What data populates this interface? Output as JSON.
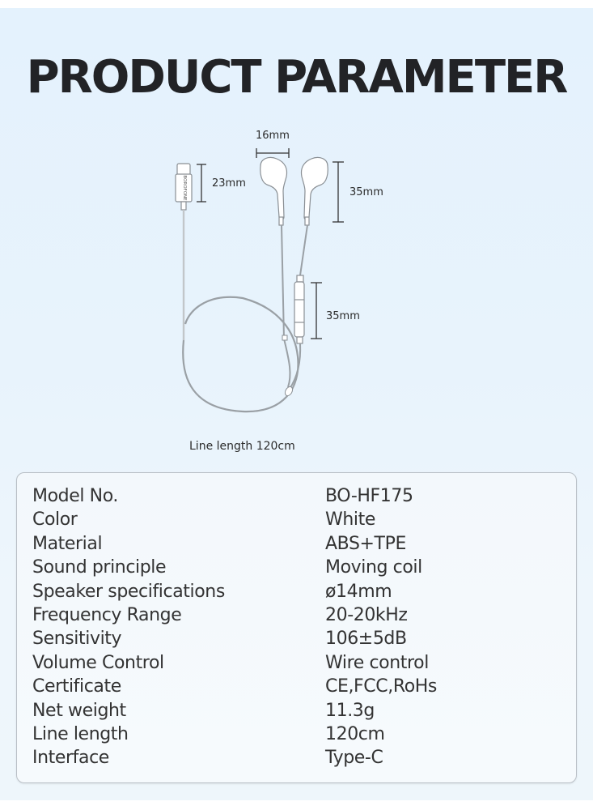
{
  "title": "PRODUCT PARAMETER",
  "diagram": {
    "dimensions": {
      "earbud_width": "16mm",
      "plug_length": "23mm",
      "earbud_height": "35mm",
      "remote_length": "35mm"
    },
    "caption": "Line length 120cm",
    "plug_brand_text": "BOROFONE"
  },
  "specs": [
    {
      "label": "Model No.",
      "value": "BO-HF175"
    },
    {
      "label": "Color",
      "value": "White"
    },
    {
      "label": "Material",
      "value": "ABS+TPE"
    },
    {
      "label": "Sound principle",
      "value": "Moving coil"
    },
    {
      "label": "Speaker specifications",
      "value": "ø14mm"
    },
    {
      "label": "Frequency Range",
      "value": "20-20kHz"
    },
    {
      "label": "Sensitivity",
      "value": "106±5dB"
    },
    {
      "label": "Volume Control",
      "value": "Wire control"
    },
    {
      "label": "Certificate",
      "value": "CE,FCC,RoHs"
    },
    {
      "label": "Net weight",
      "value": "11.3g"
    },
    {
      "label": "Line length",
      "value": "120cm"
    },
    {
      "label": "Interface",
      "value": "Type-C"
    }
  ],
  "colors": {
    "background": "#e6f2fc",
    "title": "#222326",
    "text": "#333333",
    "card_border": "#b9bfc6"
  }
}
